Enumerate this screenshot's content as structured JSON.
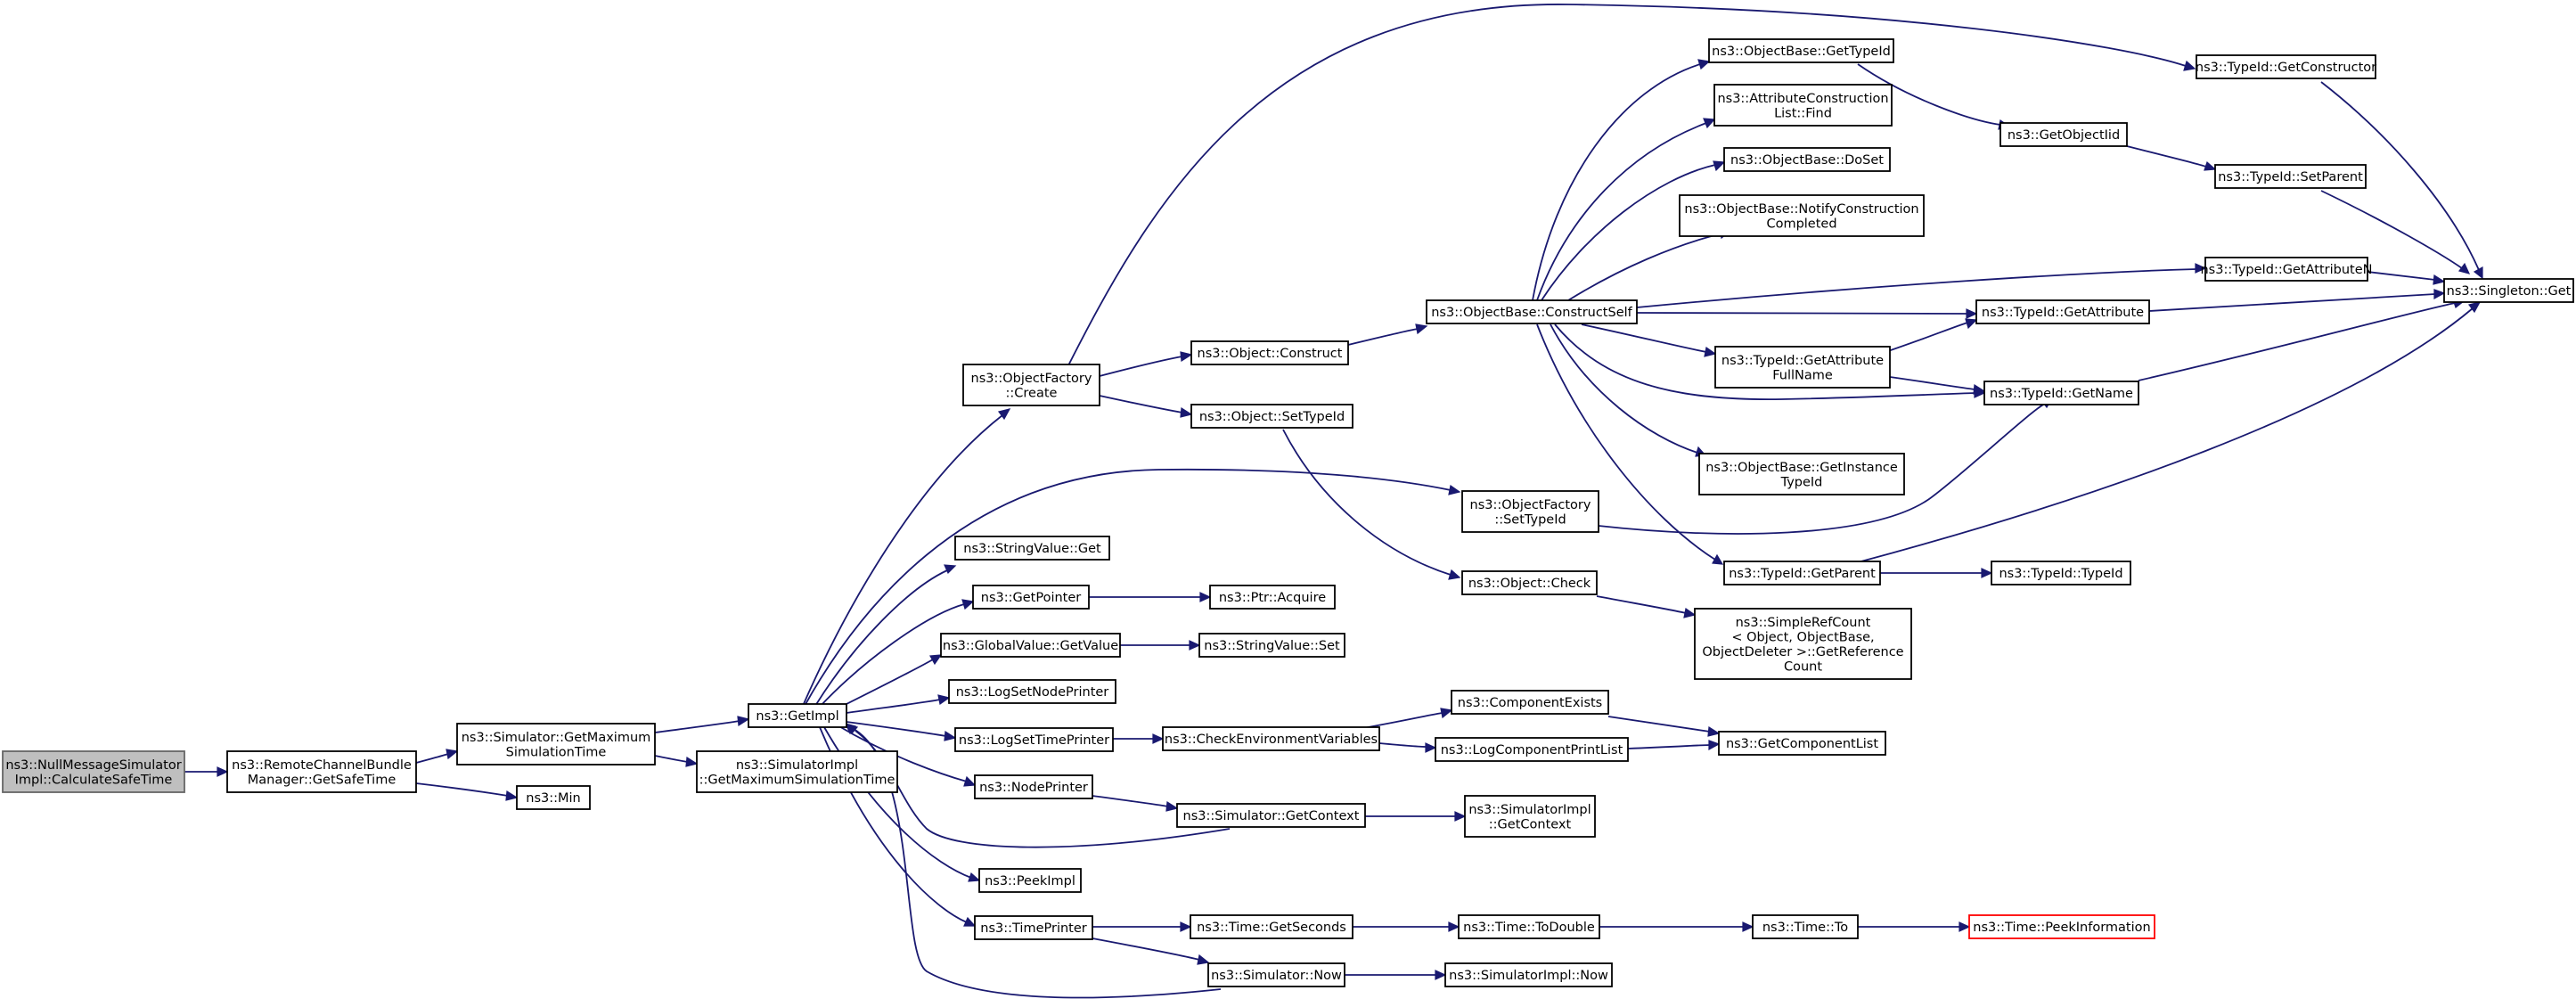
{
  "graph": {
    "colors": {
      "edge": "#191970",
      "root_fill": "#bfbfbf",
      "highlight_border": "#ff0000"
    },
    "nodes": [
      {
        "id": "n_root",
        "lines": [
          "ns3::NullMessageSimulator",
          "Impl::CalculateSafeTime"
        ],
        "root": true
      },
      {
        "id": "n_rcbm",
        "lines": [
          "ns3::RemoteChannelBundle",
          "Manager::GetSafeTime"
        ]
      },
      {
        "id": "n_simmax",
        "lines": [
          "ns3::Simulator::GetMaximum",
          "SimulationTime"
        ]
      },
      {
        "id": "n_min",
        "lines": [
          "ns3::Min"
        ]
      },
      {
        "id": "n_getimpl",
        "lines": [
          "ns3::GetImpl"
        ]
      },
      {
        "id": "n_simimplmax",
        "lines": [
          "ns3::SimulatorImpl",
          "::GetMaximumSimulationTime"
        ]
      },
      {
        "id": "n_ofcreate",
        "lines": [
          "ns3::ObjectFactory",
          "::Create"
        ]
      },
      {
        "id": "n_strget",
        "lines": [
          "ns3::StringValue::Get"
        ]
      },
      {
        "id": "n_getpointer",
        "lines": [
          "ns3::GetPointer"
        ]
      },
      {
        "id": "n_gvgetvalue",
        "lines": [
          "ns3::GlobalValue::GetValue"
        ]
      },
      {
        "id": "n_logsetnode",
        "lines": [
          "ns3::LogSetNodePrinter"
        ]
      },
      {
        "id": "n_logsettime",
        "lines": [
          "ns3::LogSetTimePrinter"
        ]
      },
      {
        "id": "n_nodeprinter",
        "lines": [
          "ns3::NodePrinter"
        ]
      },
      {
        "id": "n_peekimpl",
        "lines": [
          "ns3::PeekImpl"
        ]
      },
      {
        "id": "n_timeprinter",
        "lines": [
          "ns3::TimePrinter"
        ]
      },
      {
        "id": "n_objconstruct",
        "lines": [
          "ns3::Object::Construct"
        ]
      },
      {
        "id": "n_objsettypeid",
        "lines": [
          "ns3::Object::SetTypeId"
        ]
      },
      {
        "id": "n_ptracquire",
        "lines": [
          "ns3::Ptr::Acquire"
        ]
      },
      {
        "id": "n_strset",
        "lines": [
          "ns3::StringValue::Set"
        ]
      },
      {
        "id": "n_checkenv",
        "lines": [
          "ns3::CheckEnvironmentVariables"
        ]
      },
      {
        "id": "n_simgetctx",
        "lines": [
          "ns3::Simulator::GetContext"
        ]
      },
      {
        "id": "n_timegetsec",
        "lines": [
          "ns3::Time::GetSeconds"
        ]
      },
      {
        "id": "n_simnow",
        "lines": [
          "ns3::Simulator::Now"
        ]
      },
      {
        "id": "n_ofsettypeid",
        "lines": [
          "ns3::ObjectFactory",
          "::SetTypeId"
        ]
      },
      {
        "id": "n_objcheck",
        "lines": [
          "ns3::Object::Check"
        ]
      },
      {
        "id": "n_compexists",
        "lines": [
          "ns3::ComponentExists"
        ]
      },
      {
        "id": "n_logcompprint",
        "lines": [
          "ns3::LogComponentPrintList"
        ]
      },
      {
        "id": "n_simimplctx",
        "lines": [
          "ns3::SimulatorImpl",
          "::GetContext"
        ]
      },
      {
        "id": "n_timetodouble",
        "lines": [
          "ns3::Time::ToDouble"
        ]
      },
      {
        "id": "n_simimplnow",
        "lines": [
          "ns3::SimulatorImpl::Now"
        ]
      },
      {
        "id": "n_constructself",
        "lines": [
          "ns3::ObjectBase::ConstructSelf"
        ]
      },
      {
        "id": "n_obgettypeid",
        "lines": [
          "ns3::ObjectBase::GetTypeId"
        ]
      },
      {
        "id": "n_acfind",
        "lines": [
          "ns3::AttributeConstruction",
          "List::Find"
        ]
      },
      {
        "id": "n_obdoset",
        "lines": [
          "ns3::ObjectBase::DoSet"
        ]
      },
      {
        "id": "n_obnotify",
        "lines": [
          "ns3::ObjectBase::NotifyConstruction",
          "Completed"
        ]
      },
      {
        "id": "n_tidgetattrfull",
        "lines": [
          "ns3::TypeId::GetAttribute",
          "FullName"
        ]
      },
      {
        "id": "n_obgetinst",
        "lines": [
          "ns3::ObjectBase::GetInstance",
          "TypeId"
        ]
      },
      {
        "id": "n_tidgetparent",
        "lines": [
          "ns3::TypeId::GetParent"
        ]
      },
      {
        "id": "n_simplerefcount",
        "lines": [
          "ns3::SimpleRefCount",
          "< Object, ObjectBase,",
          "ObjectDeleter >::GetReference",
          "Count"
        ]
      },
      {
        "id": "n_getcomplist",
        "lines": [
          "ns3::GetComponentList"
        ]
      },
      {
        "id": "n_timeto",
        "lines": [
          "ns3::Time::To"
        ]
      },
      {
        "id": "n_getobjiid",
        "lines": [
          "ns3::GetObjectIid"
        ]
      },
      {
        "id": "n_tidgetattr",
        "lines": [
          "ns3::TypeId::GetAttribute"
        ]
      },
      {
        "id": "n_tidgetname",
        "lines": [
          "ns3::TypeId::GetName"
        ]
      },
      {
        "id": "n_tidtypeid",
        "lines": [
          "ns3::TypeId::TypeId"
        ]
      },
      {
        "id": "n_timepeek",
        "lines": [
          "ns3::Time::PeekInformation"
        ],
        "highlight": true
      },
      {
        "id": "n_tidgetctor",
        "lines": [
          "ns3::TypeId::GetConstructor"
        ]
      },
      {
        "id": "n_tidsetparent",
        "lines": [
          "ns3::TypeId::SetParent"
        ]
      },
      {
        "id": "n_tidgetattrn",
        "lines": [
          "ns3::TypeId::GetAttributeN"
        ]
      },
      {
        "id": "n_singleton",
        "lines": [
          "ns3::Singleton::Get"
        ]
      }
    ]
  }
}
